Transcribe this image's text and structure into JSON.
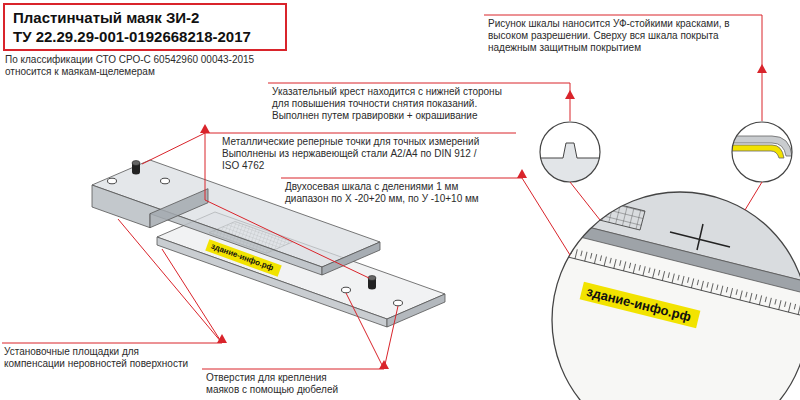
{
  "diagram": {
    "nodes": [
      {
        "text": [
          "Пластинчатый маяк ЗИ-2",
          "ТУ 22.29.29-001-0192668218-2017"
        ]
      },
      {
        "text": [
          "здание-инфо.рф"
        ]
      },
      {
        "text": [
          "здание-инфо.рф"
        ]
      }
    ],
    "labels": [
      "По классификации СТО СРО-С 60542960 00043-2015 относится к маякам-щелемерам",
      "Рисунок шкалы наносится УФ-стойкими красками, в высоком разрешении. Сверху вся шкала покрыта надежным защитным покрытием",
      "Указательный крест находится с нижней стороны для повышения точности снятия показаний. Выполнен путем гравировки + окрашивание",
      "Металлические реперные точки для точных измерений Выполнены из нержавеющей стали A2/A4 по DIN 912 / ISO 4762",
      "Двухосевая шкала с делениями 1 мм диапазон по X -20+20 мм, по У -10+10 мм",
      "Установочные площадки для компенсации неровностей поверхности",
      "Отверстия для крепления маяков с помощью дюбелей"
    ]
  }
}
